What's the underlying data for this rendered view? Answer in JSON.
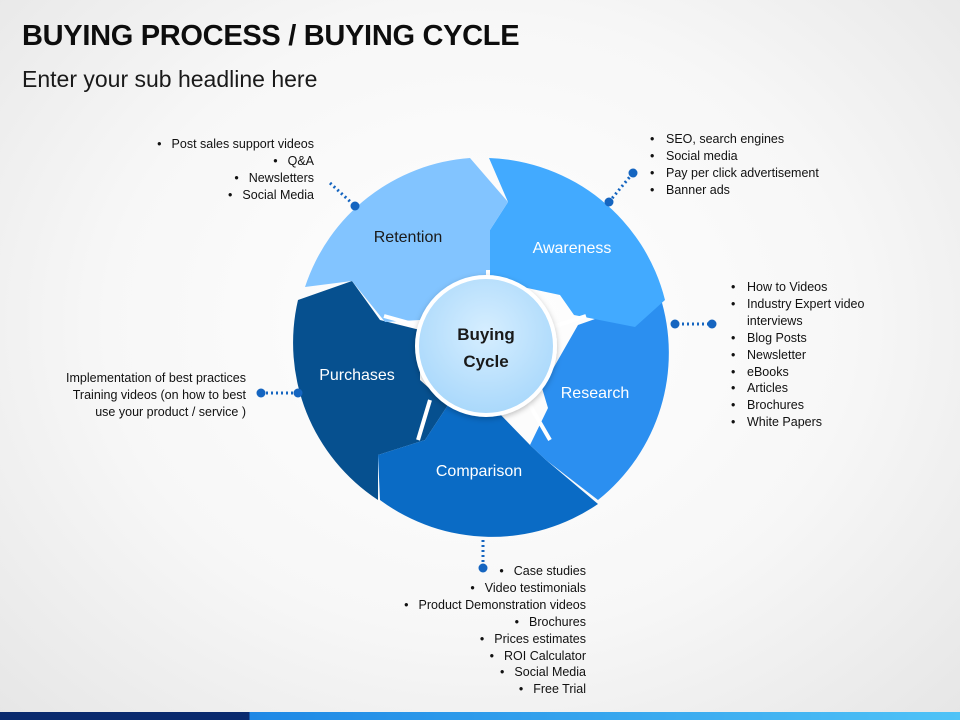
{
  "header": {
    "title": "BUYING PROCESS / BUYING CYCLE",
    "subtitle": "Enter your sub headline here"
  },
  "cycle": {
    "center_line1": "Buying",
    "center_line2": "Cycle",
    "segments": [
      {
        "id": "awareness",
        "label": "Awareness",
        "color": "#42aaff"
      },
      {
        "id": "research",
        "label": "Research",
        "color": "#2b8ff0"
      },
      {
        "id": "comparison",
        "label": "Comparison",
        "color": "#0a6bc5"
      },
      {
        "id": "purchases",
        "label": "Purchases",
        "color": "#06508f"
      },
      {
        "id": "retention",
        "label": "Retention",
        "color": "#82c4ff"
      }
    ],
    "center_color": "#bde3ff"
  },
  "callouts": {
    "retention": [
      "Post sales support videos",
      "Q&A",
      "Newsletters",
      "Social Media"
    ],
    "awareness": [
      "SEO, search engines",
      "Social media",
      "Pay per click advertisement",
      "Banner ads"
    ],
    "research": [
      "How to Videos",
      "Industry Expert video interviews",
      "Blog Posts",
      "Newsletter",
      "eBooks",
      "Articles",
      "Brochures",
      "White Papers"
    ],
    "purchases": "Implementation of best practices Training videos (on how to best use your product / service )",
    "comparison": [
      "Case studies",
      "Video testimonials",
      "Product Demonstration videos",
      "Brochures",
      "Prices estimates",
      "ROI Calculator",
      "Social Media",
      "Free Trial"
    ]
  },
  "colors": {
    "connector": "#1565c0",
    "footer_dark": "#0a2a6e",
    "footer_light": "#4fc3f7"
  }
}
